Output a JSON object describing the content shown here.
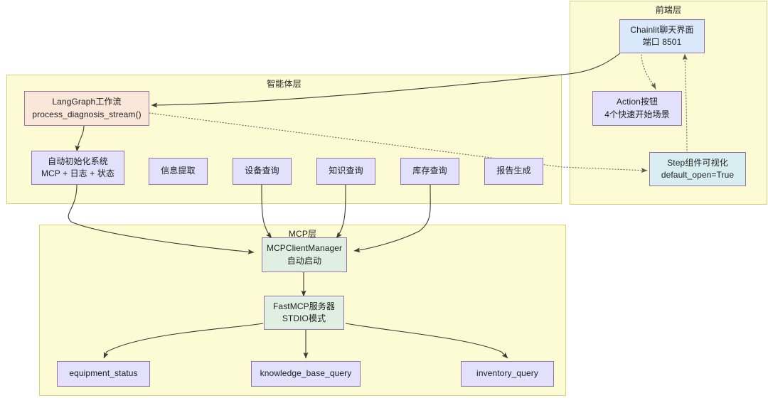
{
  "diagram": {
    "title": "Architecture diagram",
    "colors": {
      "layer_fill": "#fcfbd4",
      "layer_border": "#d6d37a",
      "node_border": "#9673a6",
      "fill_purple": "#e2e0fb",
      "fill_peach": "#fbe6da",
      "fill_blue": "#dae8fc",
      "fill_green": "#dff0e3",
      "fill_cyan": "#d8eef0",
      "edge": "#3b3b35"
    }
  },
  "layers": {
    "frontend": {
      "title": "前端层"
    },
    "agent": {
      "title": "智能体层"
    },
    "mcp": {
      "title": "MCP层"
    }
  },
  "nodes": {
    "chainlit": {
      "line1": "Chainlit聊天界面",
      "line2": "端口 8501"
    },
    "action_btn": {
      "line1": "Action按钮",
      "line2": "4个快速开始场景"
    },
    "step_comp": {
      "line1": "Step组件可视化",
      "line2": "default_open=True"
    },
    "langgraph": {
      "line1": "LangGraph工作流",
      "line2": "process_diagnosis_stream()"
    },
    "auto_init": {
      "line1": "自动初始化系统",
      "line2": "MCP + 日志 + 状态"
    },
    "info_extract": {
      "line1": "信息提取",
      "line2": ""
    },
    "device_query": {
      "line1": "设备查询",
      "line2": ""
    },
    "knowledge_query": {
      "line1": "知识查询",
      "line2": ""
    },
    "inventory_q": {
      "line1": "库存查询",
      "line2": ""
    },
    "report_gen": {
      "line1": "报告生成",
      "line2": ""
    },
    "mcp_manager": {
      "line1": "MCPClientManager",
      "line2": "自动启动"
    },
    "fastmcp": {
      "line1": "FastMCP服务器",
      "line2": "STDIO模式"
    },
    "equipment_status": {
      "line1": "equipment_status",
      "line2": ""
    },
    "knowledge_base_query": {
      "line1": "knowledge_base_query",
      "line2": ""
    },
    "inventory_query": {
      "line1": "inventory_query",
      "line2": ""
    }
  }
}
